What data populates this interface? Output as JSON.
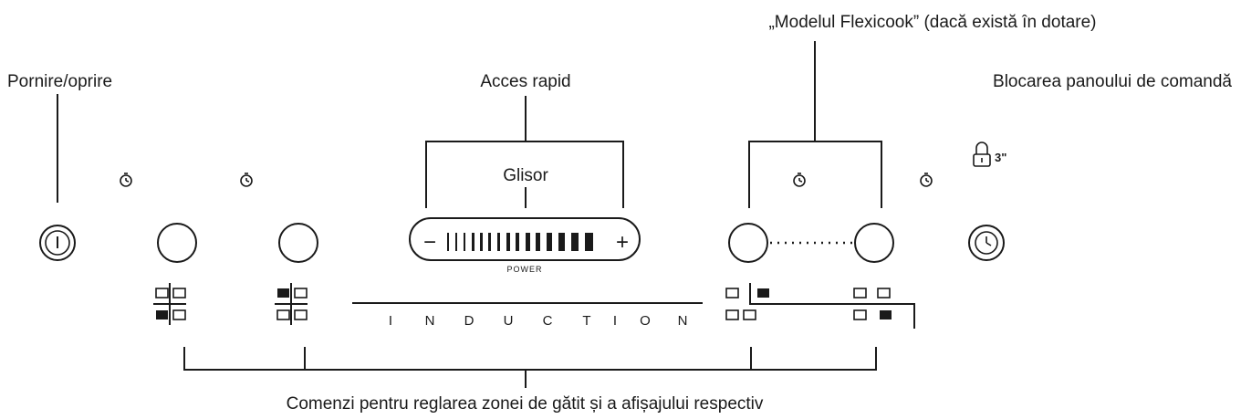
{
  "labels": {
    "power_on_off": "Pornire/oprire",
    "quick_access": "Acces rapid",
    "slider": "Glisor",
    "flexicook": "„Modelul Flexicook” (dacă există în dotare)",
    "panel_lock": "Blocarea panoului de comandă",
    "zone_controls": "Comenzi pentru reglarea zonei de gătit și a afișajului respectiv"
  },
  "panel": {
    "slider_minus": "−",
    "slider_plus": "+",
    "slider_caption": "POWER",
    "induction_letters": [
      "I",
      "N",
      "D",
      "U",
      "C",
      "T",
      "I",
      "O",
      "N"
    ],
    "lock_time": "3\""
  },
  "icons": {
    "power": "power-icon",
    "timer": "timer-icon",
    "lock": "lock-icon",
    "clock": "clock-icon"
  }
}
